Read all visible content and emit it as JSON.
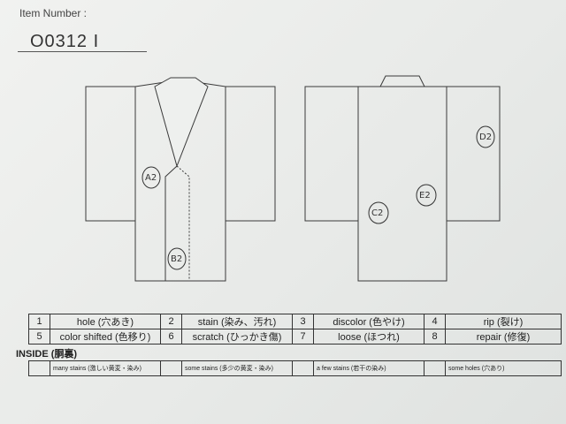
{
  "header": {
    "item_number_label": "Item Number :",
    "item_number_value": "O0312 I"
  },
  "markers": {
    "a2": "A2",
    "b2": "B2",
    "c2": "C2",
    "d2": "D2",
    "e2": "E2"
  },
  "legend": {
    "rows": [
      [
        {
          "num": "1",
          "text": "hole (穴あき)"
        },
        {
          "num": "2",
          "text": "stain (染み、汚れ)"
        },
        {
          "num": "3",
          "text": "discolor (色やけ)"
        },
        {
          "num": "4",
          "text": "rip (裂け)"
        }
      ],
      [
        {
          "num": "5",
          "text": "color shifted (色移り)"
        },
        {
          "num": "6",
          "text": "scratch (ひっかき傷)"
        },
        {
          "num": "7",
          "text": "loose (ほつれ)"
        },
        {
          "num": "8",
          "text": "repair (修復)"
        }
      ]
    ]
  },
  "inside": {
    "label": "INSIDE (胴裏)",
    "cells": [
      "many stains (激しい黄変・染み)",
      "some stains (多少の黄変・染み)",
      "a few stains (若干の染み)",
      "some holes (穴あり)"
    ]
  }
}
